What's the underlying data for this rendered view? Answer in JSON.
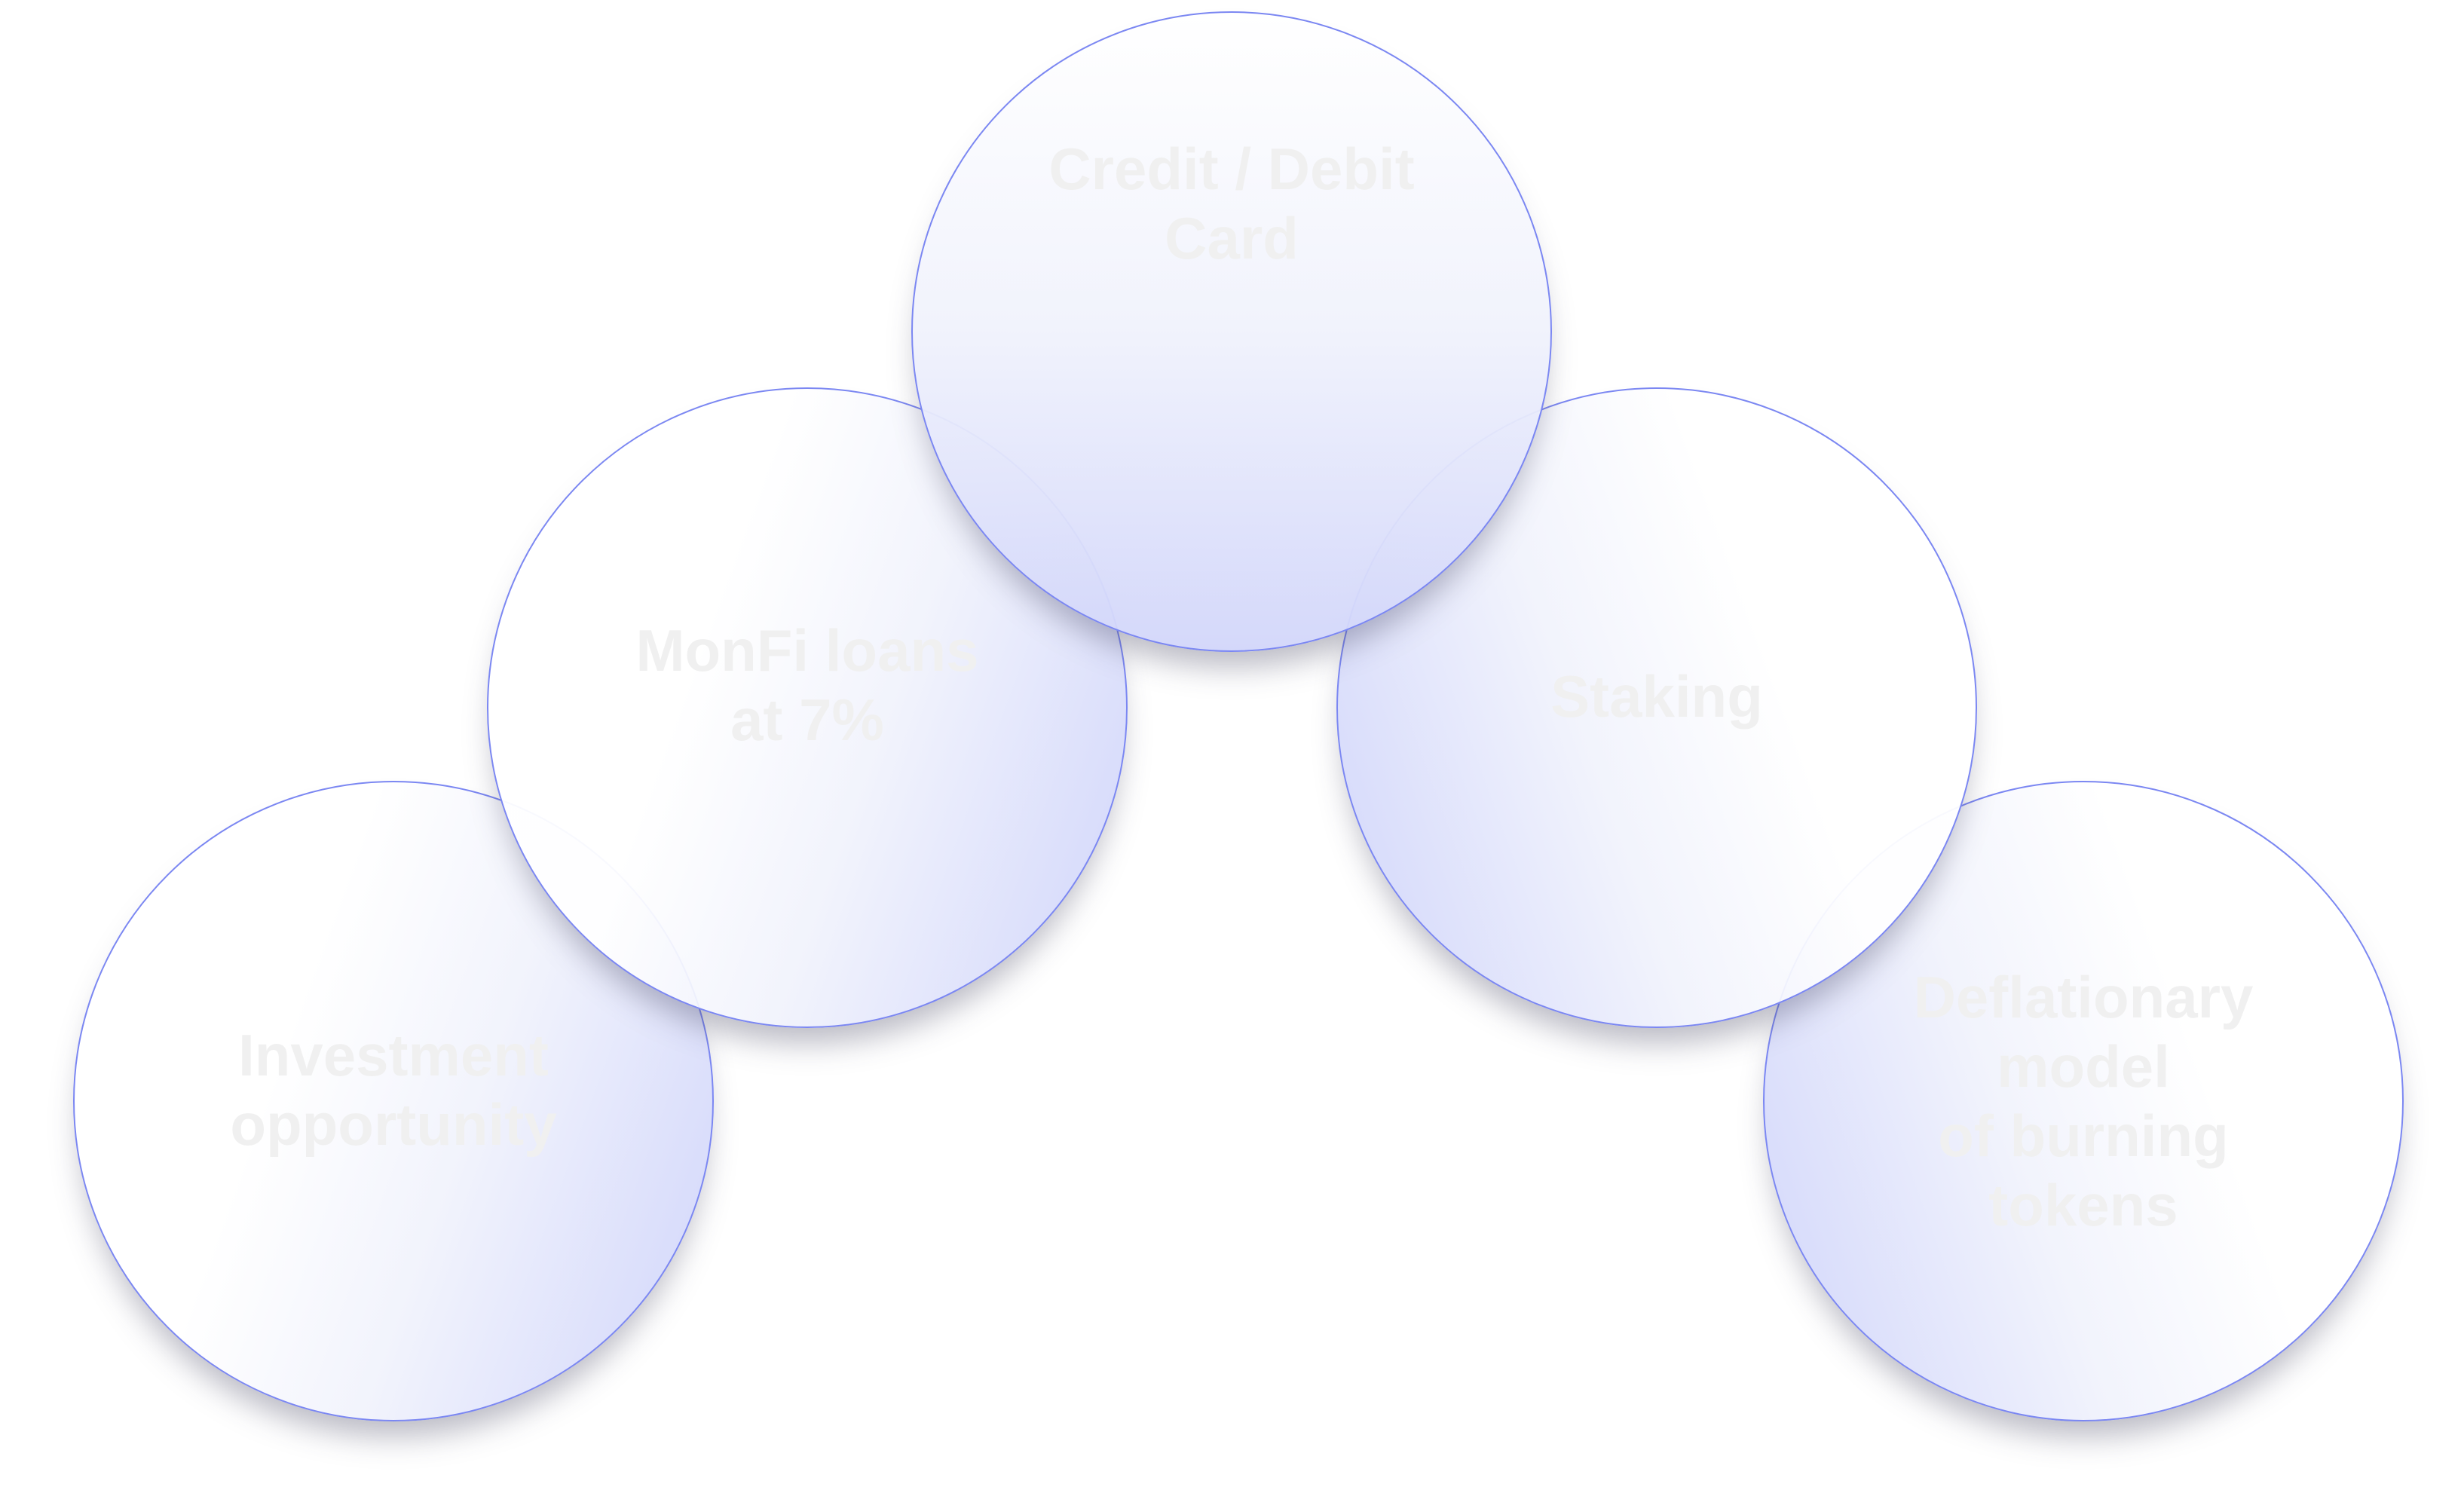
{
  "circles": {
    "credit": "Credit / Debit\nCard",
    "monfi": "MonFi loans\nat 7%",
    "staking": "Staking",
    "investment": "Investment\nopportunity",
    "deflationary": "Deflationary\nmodel\nof burning\ntokens"
  },
  "colors": {
    "stroke": "#7b87f2",
    "text": "#f0f0f0",
    "fill_tint": "#d2d6fa"
  }
}
